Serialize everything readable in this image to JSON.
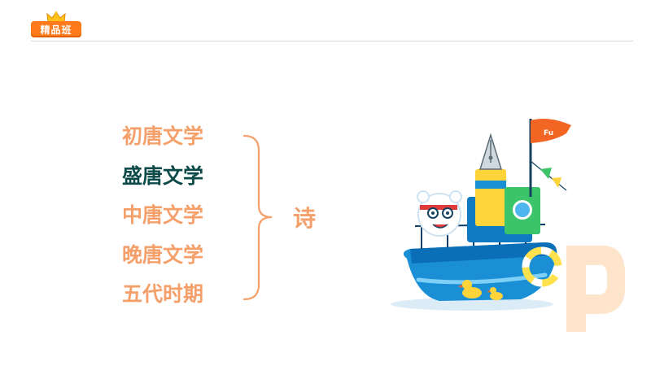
{
  "header": {
    "badge_label": "精品班"
  },
  "topics": {
    "items": [
      {
        "label": "初唐文学",
        "active": false
      },
      {
        "label": "盛唐文学",
        "active": true
      },
      {
        "label": "中唐文学",
        "active": false
      },
      {
        "label": "晚唐文学",
        "active": false
      },
      {
        "label": "五代时期",
        "active": false
      }
    ]
  },
  "result": {
    "label": "诗"
  },
  "colors": {
    "accent_orange": "#f5a06a",
    "active_text": "#0b4a48",
    "badge_orange": "#ff7a1a"
  },
  "illustration": {
    "icon": "boat-with-pen-and-bear-icon",
    "flag_mark": "Fu"
  }
}
